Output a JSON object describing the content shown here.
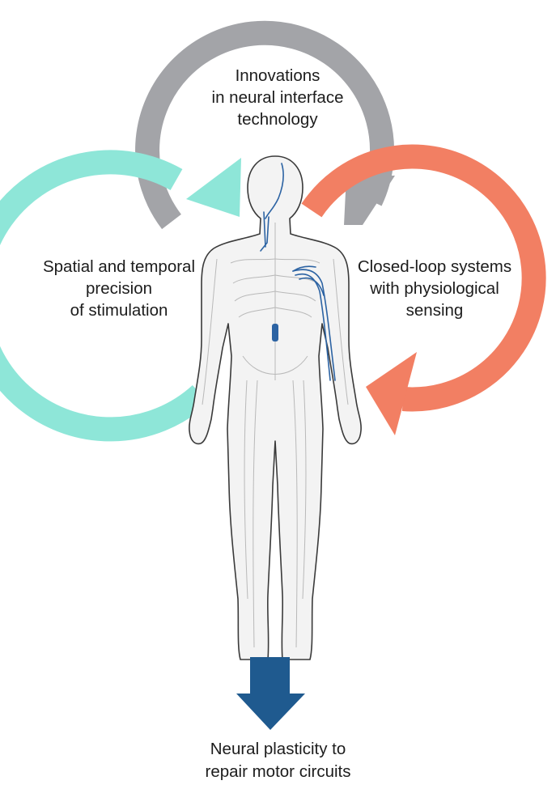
{
  "labels": {
    "top": [
      "Innovations",
      "in neural interface",
      "technology"
    ],
    "left": [
      "Spatial and temporal",
      "precision",
      "of stimulation"
    ],
    "right": [
      "Closed-loop systems",
      "with physiological",
      "sensing"
    ],
    "bottom": [
      "Neural plasticity to",
      "repair motor circuits"
    ]
  },
  "colors": {
    "gray_arrow": "#a3a4a8",
    "teal_arrow": "#8ee6d8",
    "salmon_arrow": "#f27f63",
    "output_arrow": "#1f5a8f",
    "body_outline": "#3a3a3a",
    "body_fill": "#f3f3f3",
    "nerve": "#b9b9b9",
    "implant": "#2c63a3"
  },
  "icons": [
    "circular-arrow-icon",
    "human-body-icon",
    "down-arrow-icon"
  ]
}
